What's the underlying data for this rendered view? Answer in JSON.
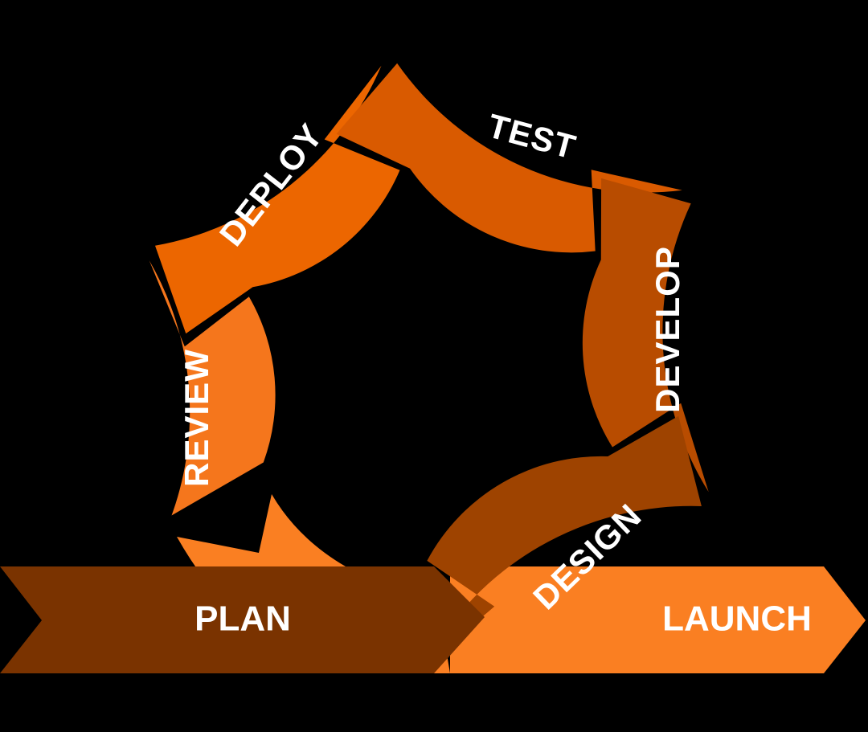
{
  "diagram": {
    "background": "#000000",
    "text_color": "#ffffff",
    "stages": [
      {
        "id": "plan",
        "label": "PLAN",
        "color": "#7a3300"
      },
      {
        "id": "design",
        "label": "DESIGN",
        "color": "#9e4300"
      },
      {
        "id": "develop",
        "label": "DEVELOP",
        "color": "#b84c00"
      },
      {
        "id": "test",
        "label": "TEST",
        "color": "#d95a00"
      },
      {
        "id": "deploy",
        "label": "DEPLOY",
        "color": "#ec6600"
      },
      {
        "id": "review",
        "label": "REVIEW",
        "color": "#f5761c"
      },
      {
        "id": "launch",
        "label": "LAUNCH",
        "color": "#fa7f22"
      }
    ]
  }
}
